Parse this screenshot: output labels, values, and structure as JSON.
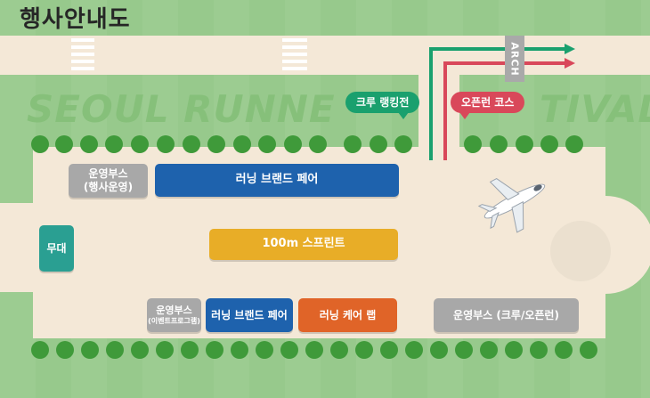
{
  "title": "행사안내도",
  "watermark_left": "SEOUL RUNNE",
  "watermark_right": "TIVAL",
  "arch": "ARCH",
  "routes": {
    "crew_ranking": {
      "label": "크루 랭킹전",
      "color": "#1aa06e"
    },
    "open_course": {
      "label": "오픈런 코스",
      "color": "#d9485a"
    }
  },
  "booths": {
    "ops_booth_left": {
      "lines": [
        "운영부스",
        "(행사운영)"
      ],
      "color": "#a8a8a8"
    },
    "brand_fair_top": {
      "lines": [
        "러닝 브랜드 페어"
      ],
      "color": "#1e62ad"
    },
    "stage": {
      "lines": [
        "무대"
      ],
      "color": "#2a9f92"
    },
    "sprint": {
      "lines": [
        "100m 스프린트"
      ],
      "color": "#e8ad27"
    },
    "ops_booth_event": {
      "lines": [
        "운영부스",
        "(이벤트프로그램)"
      ],
      "color": "#a8a8a8"
    },
    "brand_fair_bottom": {
      "lines": [
        "러닝 브랜드 페어"
      ],
      "color": "#1e62ad"
    },
    "care_lab": {
      "lines": [
        "러닝 케어 랩"
      ],
      "color": "#e06428"
    },
    "ops_booth_crew": {
      "lines": [
        "운영부스 (크루/오픈런)"
      ],
      "color": "#a8a8a8"
    }
  },
  "colors": {
    "grass": "#97c98c",
    "path": "#f4e8d7",
    "tree": "#3f9a3a"
  }
}
